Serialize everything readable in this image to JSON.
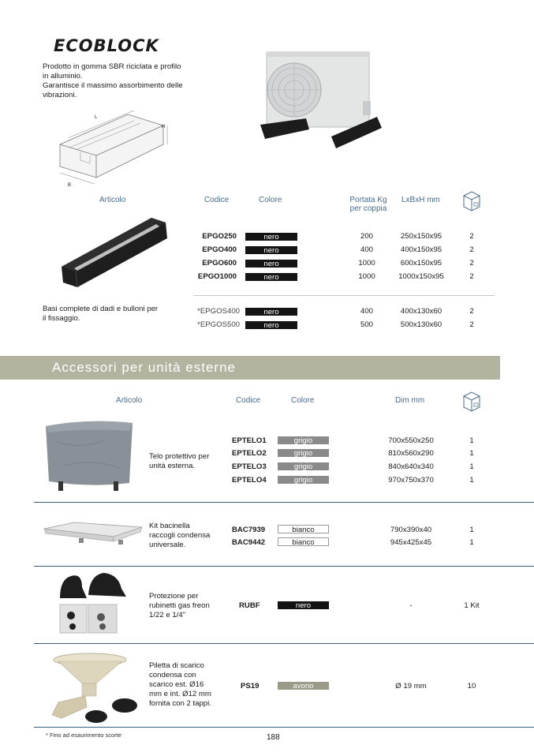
{
  "ecoblock": {
    "title": "ECOBLOCK",
    "description_line1": "Prodotto in gomma SBR riciclata e profilo",
    "description_line2": "in alluminio.",
    "description_line3": "Garantisce il massimo assorbimento delle",
    "description_line4": "vibrazioni.",
    "dim_labels": {
      "l": "L",
      "h": "H",
      "b": "B"
    },
    "headers": {
      "articolo": "Articolo",
      "codice": "Codice",
      "colore": "Colore",
      "portata_line1": "Portata Kg",
      "portata_line2": "per coppia",
      "dims": "LxBxH mm"
    },
    "rows": [
      {
        "code": "EPGO250",
        "color": "nero",
        "portata": "200",
        "dims": "250x150x95",
        "qty": "2"
      },
      {
        "code": "EPGO400",
        "color": "nero",
        "portata": "400",
        "dims": "400x150x95",
        "qty": "2"
      },
      {
        "code": "EPGO600",
        "color": "nero",
        "portata": "1000",
        "dims": "600x150x95",
        "qty": "2"
      },
      {
        "code": "EPGO1000",
        "color": "nero",
        "portata": "1000",
        "dims": "1000x150x95",
        "qty": "2"
      }
    ],
    "note_line1": "Basi complete di dadi e bulloni per",
    "note_line2": "il fissaggio.",
    "rows2": [
      {
        "code": "*EPGOS400",
        "color": "nero",
        "portata": "400",
        "dims": "400x130x60",
        "qty": "2"
      },
      {
        "code": "*EPGOS500",
        "color": "nero",
        "portata": "500",
        "dims": "500x130x60",
        "qty": "2"
      }
    ]
  },
  "accessori": {
    "banner": "Accessori per unità esterne",
    "headers": {
      "articolo": "Articolo",
      "codice": "Codice",
      "colore": "Colore",
      "dim": "Dim mm"
    },
    "telo": {
      "desc_line1": "Telo protettivo per",
      "desc_line2": "unità esterna.",
      "rows": [
        {
          "code": "EPTELO1",
          "color": "grigio",
          "dims": "700x550x250",
          "qty": "1"
        },
        {
          "code": "EPTELO2",
          "color": "grigio",
          "dims": "810x560x290",
          "qty": "1"
        },
        {
          "code": "EPTELO3",
          "color": "grigio",
          "dims": "840x640x340",
          "qty": "1"
        },
        {
          "code": "EPTELO4",
          "color": "grigio",
          "dims": "970x750x370",
          "qty": "1"
        }
      ]
    },
    "bacinella": {
      "desc_line1": "Kit bacinella",
      "desc_line2": "raccogli condensa",
      "desc_line3": "universale.",
      "rows": [
        {
          "code": "BAC7939",
          "color": "bianco",
          "dims": "790x390x40",
          "qty": "1"
        },
        {
          "code": "BAC9442",
          "color": "bianco",
          "dims": "945x425x45",
          "qty": "1"
        }
      ]
    },
    "rubf": {
      "desc_line1": "Protezione per",
      "desc_line2": "rubinetti gas freon",
      "desc_line3": "1/22 e 1/4\"",
      "code": "RUBF",
      "color": "nero",
      "dims": "-",
      "qty": "1 Kit"
    },
    "ps19": {
      "desc_line1": "Piletta di scarico",
      "desc_line2": "condensa con",
      "desc_line3": "scarico est. Ø16",
      "desc_line4": "mm e int. Ø12 mm",
      "desc_line5": "fornita con 2 tappi.",
      "code": "PS19",
      "color": "avorio",
      "dims": "Ø 19 mm",
      "qty": "10"
    }
  },
  "footer": {
    "note": "* Fino ad esaurimento scorte",
    "page": "188"
  },
  "colors": {
    "banner": "#b3b49f",
    "rule": "#3d5c7d",
    "header_text": "#4a6b8a"
  }
}
